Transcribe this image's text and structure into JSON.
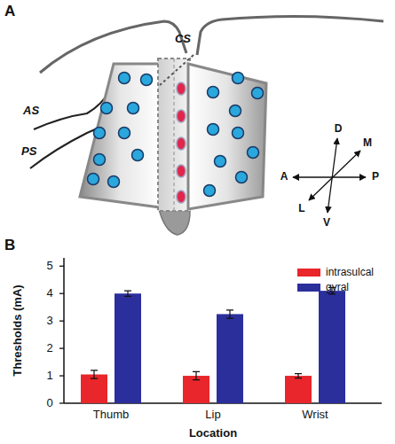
{
  "diagram": {
    "labels": [
      "A",
      "CS",
      "AS",
      "PS",
      "D",
      "M",
      "A",
      "P",
      "L",
      "V",
      "B",
      "Thresholds (mA)",
      "0",
      "1",
      "2",
      "3",
      "4",
      "5",
      "Thumb",
      "Lip",
      "Wrist",
      "Location"
    ],
    "legend": [
      {
        "text": "intrasulcal",
        "color": "#e8262b"
      },
      {
        "text": "gyral",
        "color": "#2b2f9c"
      }
    ]
  }
}
